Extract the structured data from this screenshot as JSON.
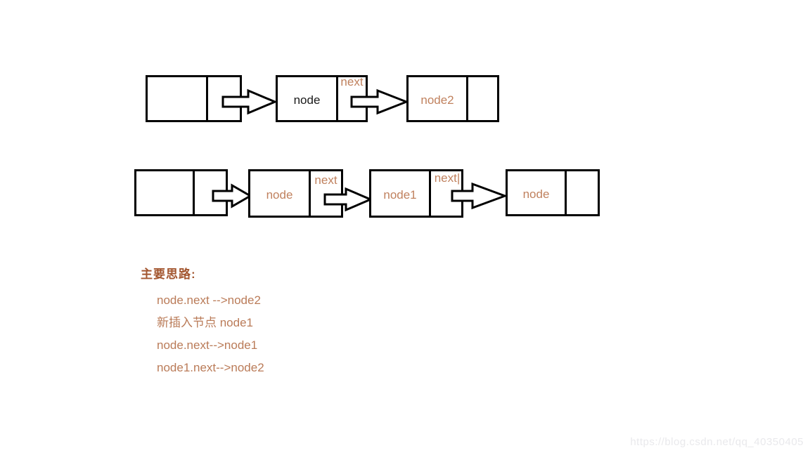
{
  "colors": {
    "line": "#000000",
    "diagram_label_orange": "#c0815e",
    "diagram_label_dark": "#1a1a1a",
    "notes_title_brown": "#a3562f",
    "notes_text_brown": "#ba7b58",
    "watermark_gray": "#e9e9ec"
  },
  "diagrams": {
    "row1": {
      "description": "list-before-insert",
      "box1": {
        "value": ""
      },
      "box2": {
        "value": "node",
        "pointer_label": "next"
      },
      "box3": {
        "value": "node2"
      }
    },
    "row2": {
      "description": "list-after-insert",
      "box1": {
        "value": ""
      },
      "box2": {
        "value": "node",
        "pointer_label": "next"
      },
      "box3": {
        "value": "node1",
        "pointer_label": "next|"
      },
      "box4": {
        "value": "node"
      }
    }
  },
  "notes": {
    "title": "主要思路:",
    "lines": [
      "node.next -->node2",
      "新插入节点 node1",
      "node.next-->node1",
      "node1.next-->node2"
    ]
  },
  "watermark": "https://blog.csdn.net/qq_40350405"
}
